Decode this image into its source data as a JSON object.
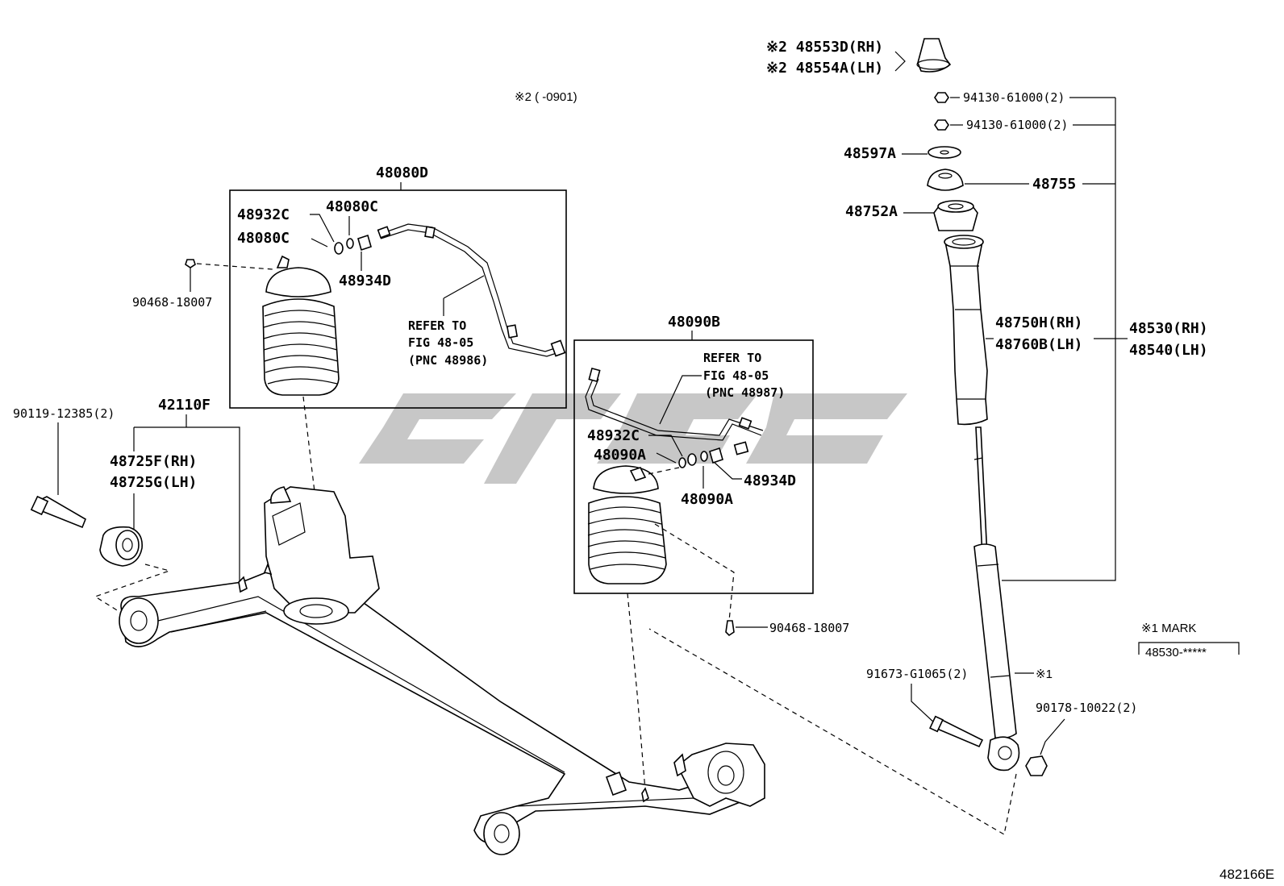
{
  "note_top": "※2 (  -0901)",
  "labels": {
    "bump_stopper_rh": "※2 48553D(RH)",
    "bump_stopper_lh": "※2 48554A(LH)",
    "nut_a": "94130-61000(2)",
    "nut_b": "94130-61000(2)",
    "washer": "48597A",
    "support": "48755",
    "insulator": "48752A",
    "bellows_rh": "48750H(RH)",
    "bellows_lh": "48760B(LH)",
    "absorber_rh": "48530(RH)",
    "absorber_lh": "48540(LH)",
    "assy_left": "48080D",
    "left_ring_a": "48932C",
    "left_ring_b": "48080C",
    "left_ring_c": "48080C",
    "left_fitting": "48934D",
    "left_clip": "90468-18007",
    "left_ref_1": "REFER TO",
    "left_ref_2": "FIG 48-05",
    "left_ref_3": "(PNC 48986)",
    "assy_right": "48090B",
    "right_ref_1": "REFER TO",
    "right_ref_2": "FIG 48-05",
    "right_ref_3": "(PNC 48987)",
    "right_ring_a": "48932C",
    "right_ring_b": "48090A",
    "right_fitting": "48934D",
    "right_ring_c": "48090A",
    "right_clip": "90468-18007",
    "bolt_axle": "90119-12385(2)",
    "beam": "42110F",
    "bushing_rh": "48725F(RH)",
    "bushing_lh": "48725G(LH)",
    "mark_note_1": "※1",
    "mark_title": "※1 MARK",
    "mark_value": "48530-*****",
    "lower_bolt": "91673-G1065(2)",
    "lower_nut": "90178-10022(2)",
    "figure_id": "482166E"
  }
}
